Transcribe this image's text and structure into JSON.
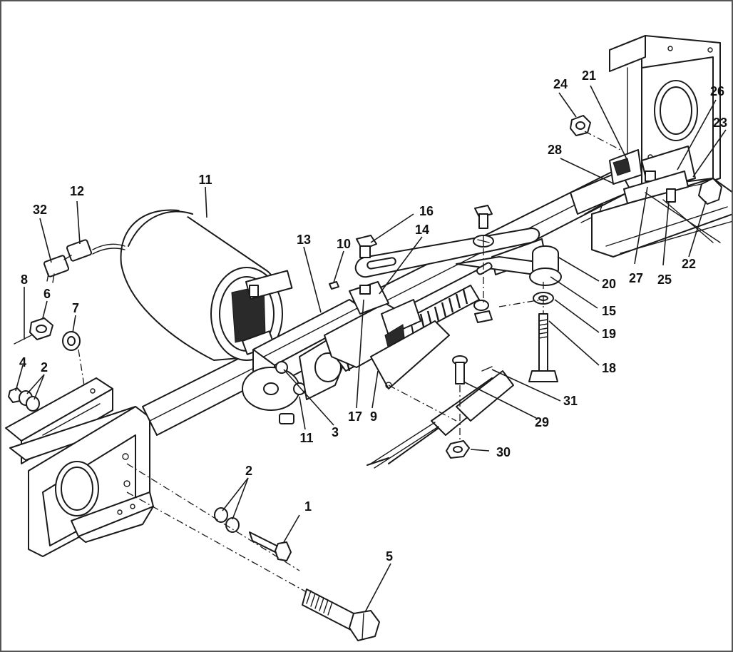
{
  "callouts": [
    {
      "id": "c1",
      "text": "1"
    },
    {
      "id": "c2a",
      "text": "2"
    },
    {
      "id": "c2b",
      "text": "2"
    },
    {
      "id": "c3",
      "text": "3"
    },
    {
      "id": "c4",
      "text": "4"
    },
    {
      "id": "c5",
      "text": "5"
    },
    {
      "id": "c6",
      "text": "6"
    },
    {
      "id": "c7",
      "text": "7"
    },
    {
      "id": "c8",
      "text": "8"
    },
    {
      "id": "c9",
      "text": "9"
    },
    {
      "id": "c10",
      "text": "10"
    },
    {
      "id": "c11a",
      "text": "11"
    },
    {
      "id": "c11b",
      "text": "11"
    },
    {
      "id": "c12",
      "text": "12"
    },
    {
      "id": "c13",
      "text": "13"
    },
    {
      "id": "c14",
      "text": "14"
    },
    {
      "id": "c15",
      "text": "15"
    },
    {
      "id": "c16",
      "text": "16"
    },
    {
      "id": "c17",
      "text": "17"
    },
    {
      "id": "c18",
      "text": "18"
    },
    {
      "id": "c19",
      "text": "19"
    },
    {
      "id": "c20",
      "text": "20"
    },
    {
      "id": "c21",
      "text": "21"
    },
    {
      "id": "c22",
      "text": "22"
    },
    {
      "id": "c23",
      "text": "23"
    },
    {
      "id": "c24",
      "text": "24"
    },
    {
      "id": "c25",
      "text": "25"
    },
    {
      "id": "c26",
      "text": "26"
    },
    {
      "id": "c27",
      "text": "27"
    },
    {
      "id": "c28",
      "text": "28"
    },
    {
      "id": "c29",
      "text": "29"
    },
    {
      "id": "c30",
      "text": "30"
    },
    {
      "id": "c31",
      "text": "31"
    },
    {
      "id": "c32",
      "text": "32"
    }
  ]
}
